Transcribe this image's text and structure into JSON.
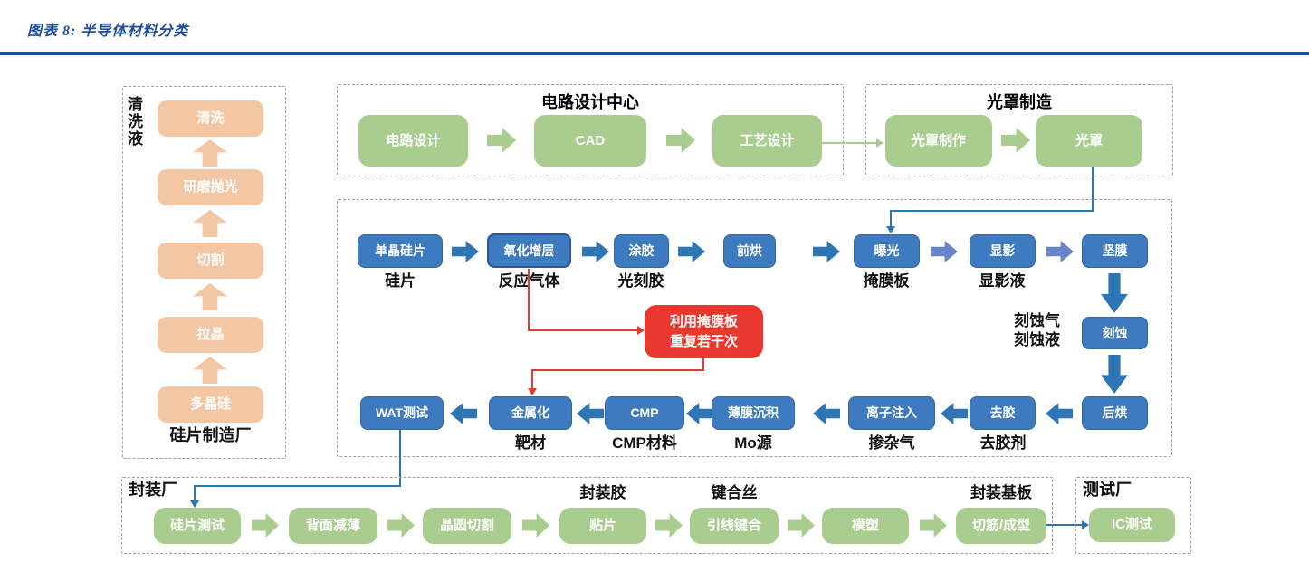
{
  "title": "图表 8:  半导体材料分类",
  "colors": {
    "title_blue": "#1F4E9B",
    "peach": "#F4C7A4",
    "green": "#A9CD8E",
    "blue_box": "#3D7ABF",
    "blue_box_border": "#34679F",
    "oxide_border": "#2F5597",
    "dark_arrow": "#2E75B6",
    "light_arrow": "#6884C8",
    "red": "#E9382E",
    "connector_blue": "#2E75B6",
    "dash_gray": "#9E9E9E",
    "label_black": "#111111"
  },
  "wafer_plant": {
    "side_label": "清\n洗\n液",
    "footer": "硅片制造厂",
    "steps": [
      "清洗",
      "研磨抛光",
      "切割",
      "拉晶",
      "多晶硅"
    ]
  },
  "design_center": {
    "title": "电路设计中心",
    "steps": [
      "电路设计",
      "CAD",
      "工艺设计"
    ]
  },
  "mask_fab": {
    "title": "光罩制造",
    "steps": [
      "光罩制作",
      "光罩"
    ]
  },
  "fab": {
    "row1": [
      "单晶硅片",
      "氧化增层",
      "涂胶",
      "前烘",
      "曝光",
      "显影",
      "坚膜"
    ],
    "row1_materials": [
      "硅片",
      "反应气体",
      "光刻胶",
      "掩膜板",
      "显影液"
    ],
    "vertical": {
      "etch": "刻蚀",
      "postbake": "后烘",
      "etch_materials": "刻蚀气\n刻蚀液"
    },
    "row2": [
      "WAT测试",
      "金属化",
      "CMP",
      "薄膜沉积",
      "离子注入",
      "去胶"
    ],
    "row2_materials": [
      "靶材",
      "CMP材料",
      "Mo源",
      "掺杂气",
      "去胶剂"
    ],
    "red_note": "利用掩膜板\n重复若干次"
  },
  "packaging": {
    "title": "封装厂",
    "steps": [
      "硅片测试",
      "背面减薄",
      "晶圆切割",
      "贴片",
      "引线键合",
      "模塑",
      "切筋/成型"
    ],
    "materials": [
      "封装胶",
      "键合丝",
      "封装基板"
    ]
  },
  "testing": {
    "title": "测试厂",
    "step": "IC测试"
  }
}
